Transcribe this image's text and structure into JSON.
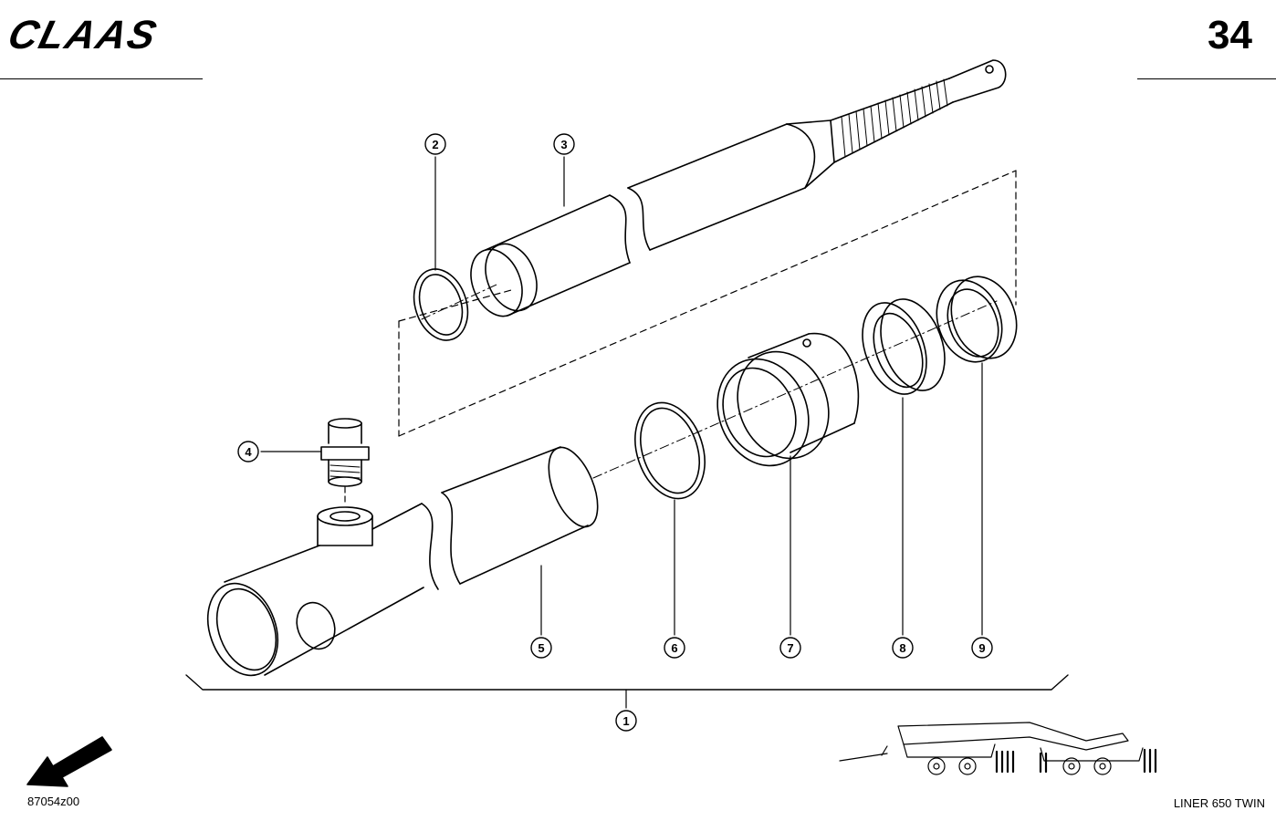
{
  "header": {
    "brand": "CLAAS",
    "page_number": "34"
  },
  "footer": {
    "figure_id": "87054z00",
    "model": "LINER 650 TWIN"
  },
  "callouts": [
    {
      "label": "1"
    },
    {
      "label": "2"
    },
    {
      "label": "3"
    },
    {
      "label": "4"
    },
    {
      "label": "5"
    },
    {
      "label": "6"
    },
    {
      "label": "7"
    },
    {
      "label": "8"
    },
    {
      "label": "9"
    }
  ],
  "colors": {
    "ink": "#000000",
    "paper": "#ffffff"
  },
  "icons": [
    "direction-arrow-icon",
    "machine-thumbnail-icon"
  ]
}
